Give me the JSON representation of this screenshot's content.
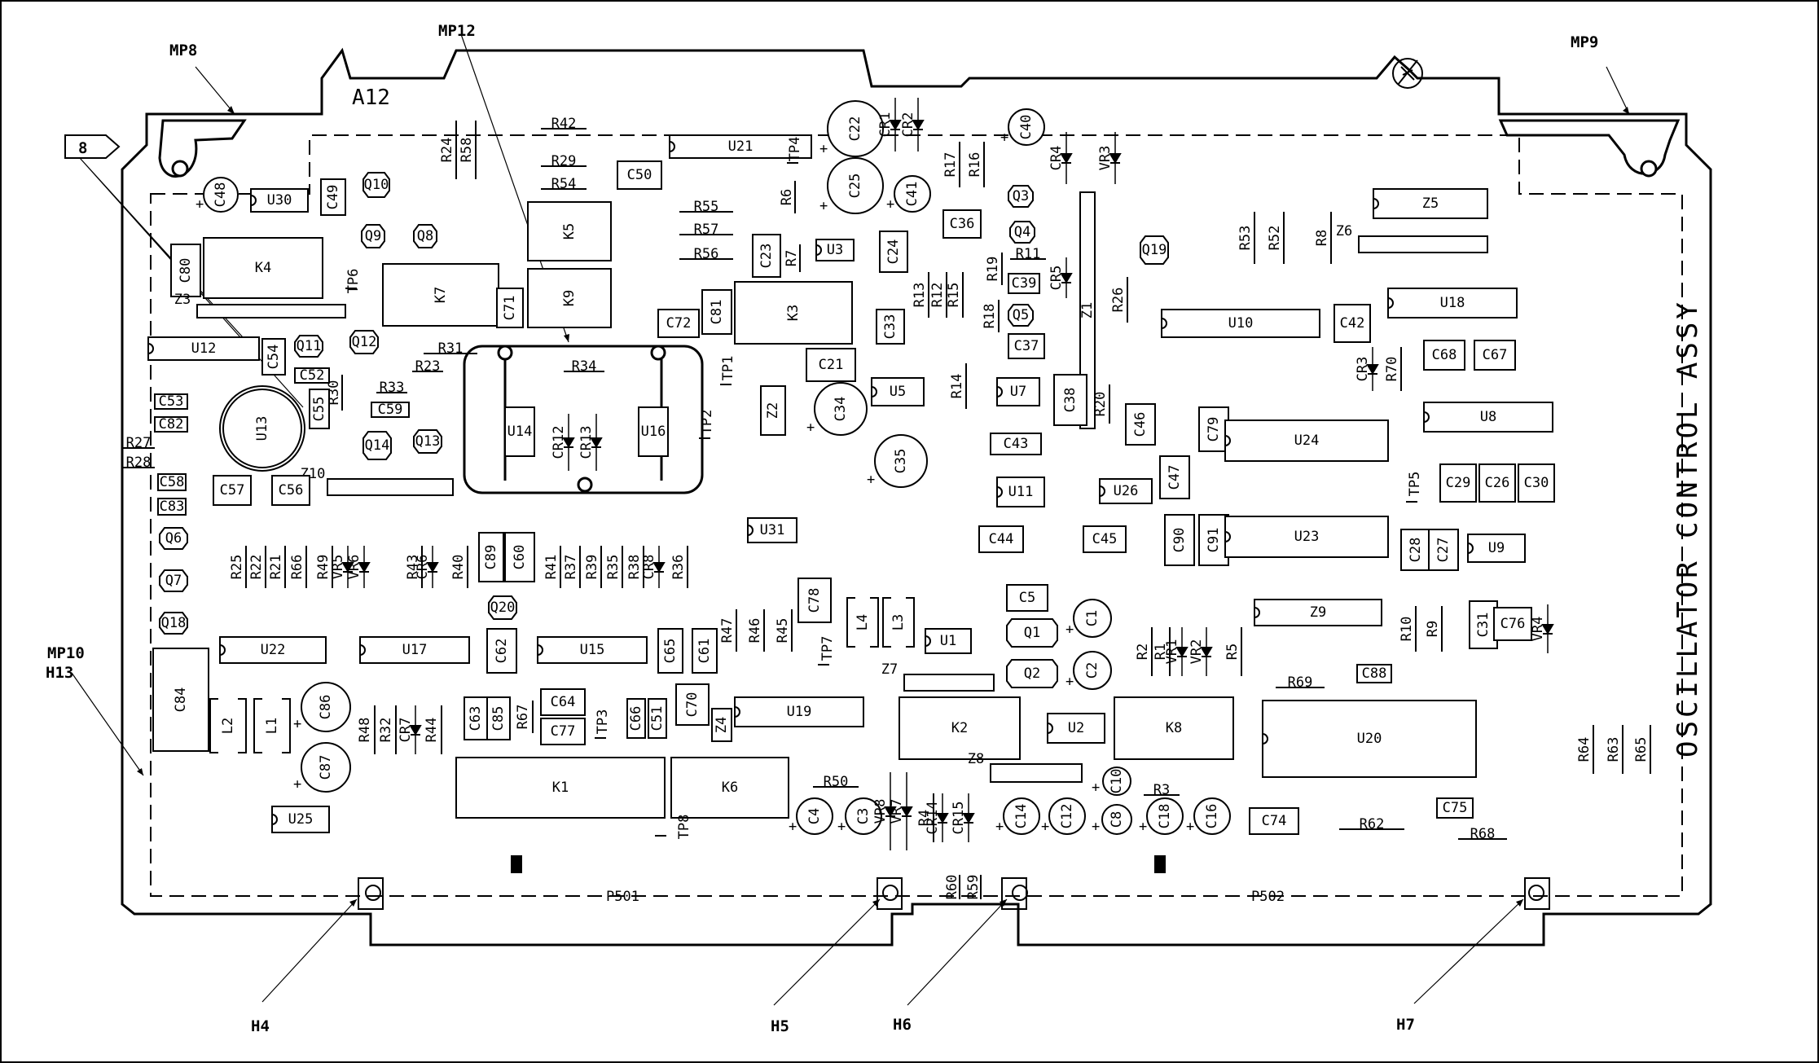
{
  "assembly": {
    "board_id": "A12",
    "title": "OSCILLATOR CONTROL ASSY",
    "flag": "8",
    "connectors": [
      "P501",
      "P502"
    ]
  },
  "callouts": {
    "mp8": "MP8",
    "mp9": "MP9",
    "mp12": "MP12",
    "mp10": "MP10",
    "h13": "H13",
    "h4": "H4",
    "h5": "H5",
    "h6": "H6",
    "h7": "H7"
  },
  "components": [
    {
      "id": "c48",
      "kind": "cap_round",
      "label": "C48"
    },
    {
      "id": "u30",
      "kind": "dip",
      "label": "U30"
    },
    {
      "id": "c49",
      "kind": "cap_box",
      "label": "C49",
      "rot": true
    },
    {
      "id": "q10",
      "kind": "transistor",
      "label": "Q10"
    },
    {
      "id": "q9",
      "kind": "transistor",
      "label": "Q9"
    },
    {
      "id": "q8",
      "kind": "transistor",
      "label": "Q8"
    },
    {
      "id": "c80",
      "kind": "cap_box",
      "label": "C80",
      "rot": true
    },
    {
      "id": "k4",
      "kind": "relay",
      "label": "K4"
    },
    {
      "id": "z3",
      "kind": "slim",
      "label": "Z3"
    },
    {
      "id": "tp6",
      "kind": "tp",
      "label": "TP6"
    },
    {
      "id": "k7",
      "kind": "relay",
      "label": "K7",
      "rot": true
    },
    {
      "id": "c71",
      "kind": "cap_box",
      "label": "C71",
      "rot": true
    },
    {
      "id": "k5",
      "kind": "relay",
      "label": "K5",
      "rot": true
    },
    {
      "id": "k9",
      "kind": "relay",
      "label": "K9",
      "rot": true
    },
    {
      "id": "r24",
      "kind": "res_v",
      "label": "R24"
    },
    {
      "id": "r58",
      "kind": "res_v",
      "label": "R58"
    },
    {
      "id": "r42",
      "kind": "res_h",
      "label": "R42"
    },
    {
      "id": "r29",
      "kind": "res_h",
      "label": "R29"
    },
    {
      "id": "r54",
      "kind": "res_h",
      "label": "R54"
    },
    {
      "id": "c50",
      "kind": "cap_box",
      "label": "C50"
    },
    {
      "id": "u21",
      "kind": "dip",
      "label": "U21"
    },
    {
      "id": "r55",
      "kind": "res_h",
      "label": "R55"
    },
    {
      "id": "r57",
      "kind": "res_h",
      "label": "R57"
    },
    {
      "id": "r56",
      "kind": "res_h",
      "label": "R56"
    },
    {
      "id": "tp4",
      "kind": "tp",
      "label": "TP4"
    },
    {
      "id": "c22",
      "kind": "cap_round",
      "label": "C22"
    },
    {
      "id": "c25",
      "kind": "cap_round",
      "label": "C25"
    },
    {
      "id": "cr1",
      "kind": "diode",
      "label": "CR1"
    },
    {
      "id": "cr2",
      "kind": "diode",
      "label": "CR2"
    },
    {
      "id": "r6",
      "kind": "res_v",
      "label": "R6"
    },
    {
      "id": "c41",
      "kind": "cap_round",
      "label": "C41"
    },
    {
      "id": "r17",
      "kind": "res_v",
      "label": "R17"
    },
    {
      "id": "r16",
      "kind": "res_v",
      "label": "R16"
    },
    {
      "id": "c40",
      "kind": "cap_round",
      "label": "C40"
    },
    {
      "id": "cr4",
      "kind": "diode",
      "label": "CR4"
    },
    {
      "id": "vr3",
      "kind": "diode",
      "label": "VR3"
    },
    {
      "id": "c36",
      "kind": "cap_box",
      "label": "C36"
    },
    {
      "id": "q3",
      "kind": "transistor",
      "label": "Q3"
    },
    {
      "id": "q4",
      "kind": "transistor",
      "label": "Q4"
    },
    {
      "id": "r11",
      "kind": "res_h",
      "label": "R11"
    },
    {
      "id": "c23",
      "kind": "cap_box",
      "label": "C23",
      "rot": true
    },
    {
      "id": "r7",
      "kind": "res_v",
      "label": "R7"
    },
    {
      "id": "u3",
      "kind": "dip",
      "label": "U3"
    },
    {
      "id": "c24",
      "kind": "cap_box",
      "label": "C24",
      "rot": true
    },
    {
      "id": "r13",
      "kind": "res_v",
      "label": "R13"
    },
    {
      "id": "r12",
      "kind": "res_v",
      "label": "R12"
    },
    {
      "id": "r15",
      "kind": "res_v",
      "label": "R15"
    },
    {
      "id": "r19",
      "kind": "res_v",
      "label": "R19"
    },
    {
      "id": "c39",
      "kind": "cap_box",
      "label": "C39"
    },
    {
      "id": "cr5",
      "kind": "diode",
      "label": "CR5"
    },
    {
      "id": "z1",
      "kind": "slim_v",
      "label": "Z1"
    },
    {
      "id": "k3",
      "kind": "relay",
      "label": "K3",
      "rot": true
    },
    {
      "id": "c81",
      "kind": "cap_box",
      "label": "C81",
      "rot": true
    },
    {
      "id": "c72",
      "kind": "cap_box",
      "label": "C72"
    },
    {
      "id": "c33",
      "kind": "cap_box",
      "label": "C33",
      "rot": true
    },
    {
      "id": "r18",
      "kind": "res_v",
      "label": "R18"
    },
    {
      "id": "q5",
      "kind": "transistor",
      "label": "Q5"
    },
    {
      "id": "c37",
      "kind": "cap_box",
      "label": "C37"
    },
    {
      "id": "r26",
      "kind": "res_v",
      "label": "R26"
    },
    {
      "id": "u12",
      "kind": "dip",
      "label": "U12"
    },
    {
      "id": "c54",
      "kind": "cap_box",
      "label": "C54",
      "rot": true
    },
    {
      "id": "q11",
      "kind": "transistor",
      "label": "Q11"
    },
    {
      "id": "q12",
      "kind": "transistor",
      "label": "Q12"
    },
    {
      "id": "r31",
      "kind": "res_h",
      "label": "R31"
    },
    {
      "id": "r23",
      "kind": "res_h",
      "label": "R23"
    },
    {
      "id": "c52",
      "kind": "cap_box",
      "label": "C52"
    },
    {
      "id": "r30",
      "kind": "res_v",
      "label": "R30"
    },
    {
      "id": "r33",
      "kind": "res_h",
      "label": "R33"
    },
    {
      "id": "c59",
      "kind": "cap_box",
      "label": "C59"
    },
    {
      "id": "c53",
      "kind": "cap_box",
      "label": "C53"
    },
    {
      "id": "c82",
      "kind": "cap_box",
      "label": "C82"
    },
    {
      "id": "u13",
      "kind": "can",
      "label": "U13"
    },
    {
      "id": "c55",
      "kind": "cap_box",
      "label": "C55",
      "rot": true
    },
    {
      "id": "q14",
      "kind": "transistor",
      "label": "Q14"
    },
    {
      "id": "q13",
      "kind": "transistor",
      "label": "Q13"
    },
    {
      "id": "r27",
      "kind": "res_h",
      "label": "R27"
    },
    {
      "id": "r28",
      "kind": "res_h",
      "label": "R28"
    },
    {
      "id": "z10",
      "kind": "slim",
      "label": "Z10"
    },
    {
      "id": "c57",
      "kind": "cap_box",
      "label": "C57"
    },
    {
      "id": "c56",
      "kind": "cap_box",
      "label": "C56"
    },
    {
      "id": "c58",
      "kind": "cap_box",
      "label": "C58"
    },
    {
      "id": "c83",
      "kind": "cap_box",
      "label": "C83"
    },
    {
      "id": "u14",
      "kind": "plain",
      "label": "U14"
    },
    {
      "id": "r34",
      "kind": "res_h",
      "label": "R34"
    },
    {
      "id": "cr12",
      "kind": "diode",
      "label": "CR12"
    },
    {
      "id": "cr13",
      "kind": "diode",
      "label": "CR13"
    },
    {
      "id": "u16",
      "kind": "plain",
      "label": "U16"
    },
    {
      "id": "tp1",
      "kind": "tp",
      "label": "TP1"
    },
    {
      "id": "tp2",
      "kind": "tp",
      "label": "TP2"
    },
    {
      "id": "z2",
      "kind": "slim_v",
      "label": "Z2"
    },
    {
      "id": "c21",
      "kind": "cap_box",
      "label": "C21"
    },
    {
      "id": "c34",
      "kind": "cap_round",
      "label": "C34"
    },
    {
      "id": "u5",
      "kind": "dip",
      "label": "U5"
    },
    {
      "id": "c35",
      "kind": "cap_round",
      "label": "C35"
    },
    {
      "id": "r14",
      "kind": "res_v",
      "label": "R14"
    },
    {
      "id": "u7",
      "kind": "dip",
      "label": "U7"
    },
    {
      "id": "c38",
      "kind": "cap_box",
      "label": "C38",
      "rot": true
    },
    {
      "id": "r20",
      "kind": "res_v",
      "label": "R20"
    },
    {
      "id": "c43",
      "kind": "cap_box",
      "label": "C43"
    },
    {
      "id": "c46",
      "kind": "cap_box",
      "label": "C46",
      "rot": true
    },
    {
      "id": "u11",
      "kind": "dip",
      "label": "U11"
    },
    {
      "id": "u26",
      "kind": "dip",
      "label": "U26"
    },
    {
      "id": "c47",
      "kind": "cap_box",
      "label": "C47",
      "rot": true
    },
    {
      "id": "c44",
      "kind": "cap_box",
      "label": "C44"
    },
    {
      "id": "c45",
      "kind": "cap_box",
      "label": "C45"
    },
    {
      "id": "u31",
      "kind": "dip",
      "label": "U31"
    },
    {
      "id": "q6",
      "kind": "transistor",
      "label": "Q6"
    },
    {
      "id": "q7",
      "kind": "transistor",
      "label": "Q7"
    },
    {
      "id": "q18",
      "kind": "transistor",
      "label": "Q18"
    },
    {
      "id": "r25",
      "kind": "res_v",
      "label": "R25"
    },
    {
      "id": "r22",
      "kind": "res_v",
      "label": "R22"
    },
    {
      "id": "r21",
      "kind": "res_v",
      "label": "R21"
    },
    {
      "id": "r66",
      "kind": "res_v",
      "label": "R66"
    },
    {
      "id": "r49",
      "kind": "res_v",
      "label": "R49"
    },
    {
      "id": "vr5",
      "kind": "diode",
      "label": "VR5"
    },
    {
      "id": "vr6",
      "kind": "diode",
      "label": "VR6"
    },
    {
      "id": "r43",
      "kind": "res_v",
      "label": "R43"
    },
    {
      "id": "cr6",
      "kind": "diode",
      "label": "CR6"
    },
    {
      "id": "r40",
      "kind": "res_v",
      "label": "R40"
    },
    {
      "id": "c89",
      "kind": "cap_box",
      "label": "C89",
      "rot": true
    },
    {
      "id": "c60",
      "kind": "cap_box",
      "label": "C60",
      "rot": true
    },
    {
      "id": "q20",
      "kind": "transistor",
      "label": "Q20"
    },
    {
      "id": "r41",
      "kind": "res_v",
      "label": "R41"
    },
    {
      "id": "r37",
      "kind": "res_v",
      "label": "R37"
    },
    {
      "id": "r39",
      "kind": "res_v",
      "label": "R39"
    },
    {
      "id": "r35",
      "kind": "res_v",
      "label": "R35"
    },
    {
      "id": "r38",
      "kind": "res_v",
      "label": "R38"
    },
    {
      "id": "cr8",
      "kind": "diode",
      "label": "CR8"
    },
    {
      "id": "r36",
      "kind": "res_v",
      "label": "R36"
    },
    {
      "id": "u22",
      "kind": "dip",
      "label": "U22"
    },
    {
      "id": "u17",
      "kind": "dip",
      "label": "U17"
    },
    {
      "id": "c62",
      "kind": "cap_box",
      "label": "C62",
      "rot": true
    },
    {
      "id": "u15",
      "kind": "dip",
      "label": "U15"
    },
    {
      "id": "c65",
      "kind": "cap_box",
      "label": "C65",
      "rot": true
    },
    {
      "id": "c61",
      "kind": "cap_box",
      "label": "C61",
      "rot": true
    },
    {
      "id": "r47",
      "kind": "res_v",
      "label": "R47"
    },
    {
      "id": "r46",
      "kind": "res_v",
      "label": "R46"
    },
    {
      "id": "r45",
      "kind": "res_v",
      "label": "R45"
    },
    {
      "id": "c78",
      "kind": "cap_box",
      "label": "C78",
      "rot": true
    },
    {
      "id": "tp7",
      "kind": "tp",
      "label": "TP7"
    },
    {
      "id": "l4",
      "kind": "inductor",
      "label": "L4"
    },
    {
      "id": "l3",
      "kind": "inductor",
      "label": "L3"
    },
    {
      "id": "u1",
      "kind": "dip",
      "label": "U1"
    },
    {
      "id": "c5",
      "kind": "cap_box",
      "label": "C5"
    },
    {
      "id": "q1",
      "kind": "transistor",
      "label": "Q1"
    },
    {
      "id": "q2",
      "kind": "transistor",
      "label": "Q2"
    },
    {
      "id": "c1",
      "kind": "cap_round",
      "label": "C1"
    },
    {
      "id": "c2",
      "kind": "cap_round",
      "label": "C2"
    },
    {
      "id": "c84",
      "kind": "cap_box",
      "label": "C84",
      "rot": true
    },
    {
      "id": "l2",
      "kind": "inductor",
      "label": "L2"
    },
    {
      "id": "l1",
      "kind": "inductor",
      "label": "L1"
    },
    {
      "id": "c86",
      "kind": "cap_round",
      "label": "C86"
    },
    {
      "id": "c87",
      "kind": "cap_round",
      "label": "C87"
    },
    {
      "id": "r48",
      "kind": "res_v",
      "label": "R48"
    },
    {
      "id": "r32",
      "kind": "res_v",
      "label": "R32"
    },
    {
      "id": "cr7",
      "kind": "diode",
      "label": "CR7"
    },
    {
      "id": "r44",
      "kind": "res_v",
      "label": "R44"
    },
    {
      "id": "c63",
      "kind": "cap_box",
      "label": "C63",
      "rot": true
    },
    {
      "id": "c85",
      "kind": "cap_box",
      "label": "C85",
      "rot": true
    },
    {
      "id": "r67",
      "kind": "res_v",
      "label": "R67"
    },
    {
      "id": "c64",
      "kind": "cap_box",
      "label": "C64"
    },
    {
      "id": "c77",
      "kind": "cap_box",
      "label": "C77"
    },
    {
      "id": "tp3",
      "kind": "tp",
      "label": "TP3"
    },
    {
      "id": "c66",
      "kind": "cap_box",
      "label": "C66",
      "rot": true
    },
    {
      "id": "c51",
      "kind": "cap_box",
      "label": "C51",
      "rot": true
    },
    {
      "id": "c70",
      "kind": "cap_box",
      "label": "C70",
      "rot": true
    },
    {
      "id": "z4",
      "kind": "slim_v",
      "label": "Z4"
    },
    {
      "id": "u19",
      "kind": "dip",
      "label": "U19"
    },
    {
      "id": "z7",
      "kind": "slim",
      "label": "Z7"
    },
    {
      "id": "k2",
      "kind": "relay",
      "label": "K2"
    },
    {
      "id": "u2",
      "kind": "dip",
      "label": "U2"
    },
    {
      "id": "k8",
      "kind": "relay",
      "label": "K8"
    },
    {
      "id": "u25",
      "kind": "dip",
      "label": "U25"
    },
    {
      "id": "k1",
      "kind": "relay",
      "label": "K1"
    },
    {
      "id": "k6",
      "kind": "relay",
      "label": "K6"
    },
    {
      "id": "tp8",
      "kind": "tp",
      "label": "TP8"
    },
    {
      "id": "r50",
      "kind": "res_h",
      "label": "R50"
    },
    {
      "id": "c4",
      "kind": "cap_round",
      "label": "C4"
    },
    {
      "id": "c3",
      "kind": "cap_round",
      "label": "C3"
    },
    {
      "id": "vr8",
      "kind": "diode",
      "label": "VR8"
    },
    {
      "id": "vr7",
      "kind": "diode",
      "label": "VR7"
    },
    {
      "id": "r4",
      "kind": "res_v",
      "label": "R4"
    },
    {
      "id": "cr14",
      "kind": "diode",
      "label": "CR14"
    },
    {
      "id": "cr15",
      "kind": "diode",
      "label": "CR15"
    },
    {
      "id": "z8",
      "kind": "slim",
      "label": "Z8"
    },
    {
      "id": "c14",
      "kind": "cap_round",
      "label": "C14"
    },
    {
      "id": "c12",
      "kind": "cap_round",
      "label": "C12"
    },
    {
      "id": "c10",
      "kind": "cap_round",
      "label": "C10"
    },
    {
      "id": "c8",
      "kind": "cap_round",
      "label": "C8"
    },
    {
      "id": "r3",
      "kind": "res_h",
      "label": "R3"
    },
    {
      "id": "c18",
      "kind": "cap_round",
      "label": "C18"
    },
    {
      "id": "c16",
      "kind": "cap_round",
      "label": "C16"
    },
    {
      "id": "r60",
      "kind": "res_v",
      "label": "R60"
    },
    {
      "id": "r59",
      "kind": "res_v",
      "label": "R59"
    },
    {
      "id": "q19",
      "kind": "transistor",
      "label": "Q19"
    },
    {
      "id": "r53",
      "kind": "res_v",
      "label": "R53"
    },
    {
      "id": "r52",
      "kind": "res_v",
      "label": "R52"
    },
    {
      "id": "r8",
      "kind": "res_v",
      "label": "R8"
    },
    {
      "id": "z5",
      "kind": "dip",
      "label": "Z5"
    },
    {
      "id": "z6",
      "kind": "slim",
      "label": "Z6"
    },
    {
      "id": "u10",
      "kind": "dip",
      "label": "U10"
    },
    {
      "id": "c42",
      "kind": "cap_box",
      "label": "C42"
    },
    {
      "id": "u18",
      "kind": "dip",
      "label": "U18"
    },
    {
      "id": "cr3",
      "kind": "diode",
      "label": "CR3"
    },
    {
      "id": "r70",
      "kind": "res_v",
      "label": "R70"
    },
    {
      "id": "c68",
      "kind": "cap_box",
      "label": "C68"
    },
    {
      "id": "c67",
      "kind": "cap_box",
      "label": "C67"
    },
    {
      "id": "c79",
      "kind": "cap_box",
      "label": "C79",
      "rot": true
    },
    {
      "id": "u24",
      "kind": "dip",
      "label": "U24"
    },
    {
      "id": "u8",
      "kind": "dip",
      "label": "U8"
    },
    {
      "id": "tp5",
      "kind": "tp",
      "label": "TP5"
    },
    {
      "id": "c29",
      "kind": "cap_box",
      "label": "C29"
    },
    {
      "id": "c26",
      "kind": "cap_box",
      "label": "C26"
    },
    {
      "id": "c30",
      "kind": "cap_box",
      "label": "C30"
    },
    {
      "id": "c90",
      "kind": "cap_box",
      "label": "C90",
      "rot": true
    },
    {
      "id": "c91",
      "kind": "cap_box",
      "label": "C91",
      "rot": true
    },
    {
      "id": "u23",
      "kind": "dip",
      "label": "U23"
    },
    {
      "id": "c28",
      "kind": "cap_box",
      "label": "C28",
      "rot": true
    },
    {
      "id": "c27",
      "kind": "cap_box",
      "label": "C27",
      "rot": true
    },
    {
      "id": "u9",
      "kind": "dip",
      "label": "U9"
    },
    {
      "id": "z9",
      "kind": "dip",
      "label": "Z9"
    },
    {
      "id": "r10",
      "kind": "res_v",
      "label": "R10"
    },
    {
      "id": "r9",
      "kind": "res_v",
      "label": "R9"
    },
    {
      "id": "c31",
      "kind": "cap_box",
      "label": "C31",
      "rot": true
    },
    {
      "id": "c76",
      "kind": "cap_box",
      "label": "C76"
    },
    {
      "id": "vr4",
      "kind": "diode",
      "label": "VR4"
    },
    {
      "id": "r2",
      "kind": "res_v",
      "label": "R2"
    },
    {
      "id": "r1",
      "kind": "res_v",
      "label": "R1"
    },
    {
      "id": "vr1",
      "kind": "diode",
      "label": "VR1"
    },
    {
      "id": "vr2",
      "kind": "diode",
      "label": "VR2"
    },
    {
      "id": "r5",
      "kind": "res_v",
      "label": "R5"
    },
    {
      "id": "r69",
      "kind": "res_h",
      "label": "R69"
    },
    {
      "id": "c88",
      "kind": "cap_box",
      "label": "C88"
    },
    {
      "id": "u20",
      "kind": "dip",
      "label": "U20"
    },
    {
      "id": "r64",
      "kind": "res_v",
      "label": "R64"
    },
    {
      "id": "r63",
      "kind": "res_v",
      "label": "R63"
    },
    {
      "id": "r65",
      "kind": "res_v",
      "label": "R65"
    },
    {
      "id": "c74",
      "kind": "cap_box",
      "label": "C74"
    },
    {
      "id": "r62",
      "kind": "res_h",
      "label": "R62"
    },
    {
      "id": "c75",
      "kind": "cap_box",
      "label": "C75"
    },
    {
      "id": "r68",
      "kind": "res_h",
      "label": "R68"
    }
  ]
}
